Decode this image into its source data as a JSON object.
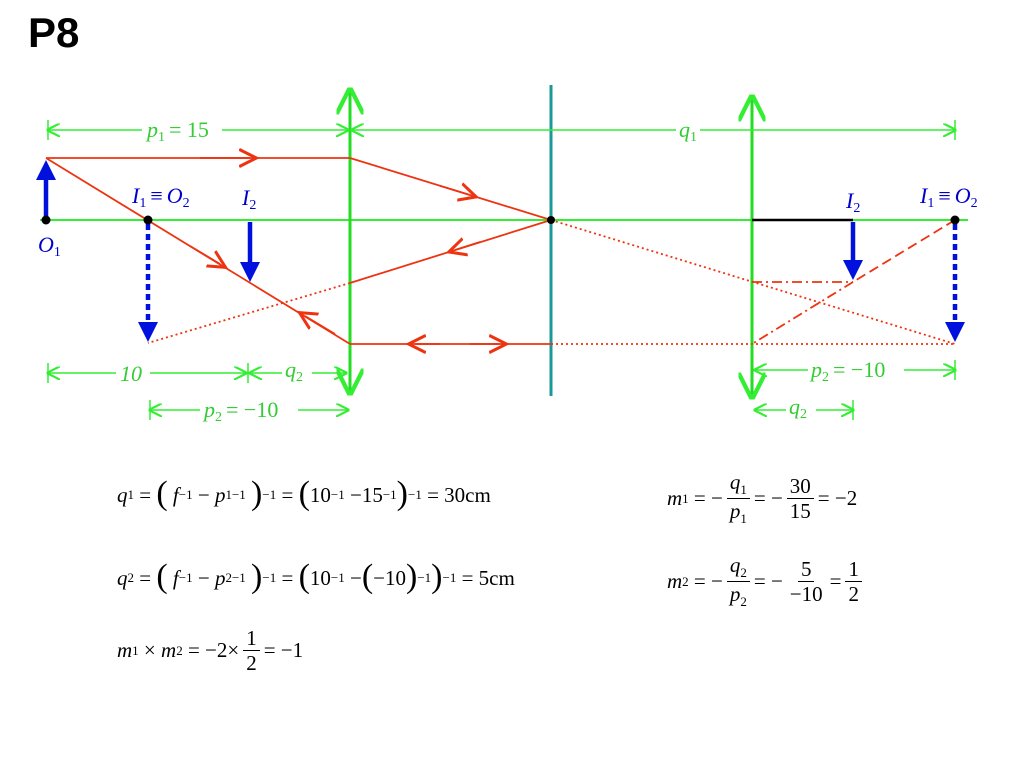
{
  "title": "P8",
  "labels": {
    "p1": "p",
    "p1_val": "= 15",
    "q1": "q",
    "O1": "O",
    "I1_left": "I",
    "O2_left": "O",
    "I2_left": "I",
    "I2_right": "I",
    "I1_right": "I",
    "O2_right": "O",
    "equiv": "≡",
    "ten": "10",
    "q2_left": "q",
    "p2_left": "p",
    "p2_left_val": "= −10",
    "p2_right": "p",
    "p2_right_val": "= −10",
    "q2_right": "q",
    "sub1": "1",
    "sub2": "2"
  },
  "colors": {
    "axis": "#33ee33",
    "lens": "#22dd22",
    "mirror": "#1a9999",
    "ray": "#ee3311",
    "object": "#0011dd"
  },
  "equations": {
    "q1_lhs": "q",
    "q1_part1": "f",
    "q1_part2": "p",
    "q1_numeric": "10",
    "q1_numeric2": "15",
    "q1_result": "= 30cm",
    "m1_lhs": "m",
    "m1_num": "q",
    "m1_den": "p",
    "m1_vnum": "30",
    "m1_vden": "15",
    "m1_result": "= −2",
    "q2_lhs": "q",
    "q2_part1": "f",
    "q2_part2": "p",
    "q2_numeric": "10",
    "q2_numeric2": "−10",
    "q2_result": "= 5cm",
    "m2_lhs": "m",
    "m2_num": "q",
    "m2_den": "p",
    "m2_vnum": "5",
    "m2_vden": "−10",
    "m2_rnum": "1",
    "m2_rden": "2",
    "prod_lhs1": "m",
    "prod_lhs2": "m",
    "prod_mid": "= −2×",
    "prod_fnum": "1",
    "prod_fden": "2",
    "prod_result": "= −1"
  }
}
